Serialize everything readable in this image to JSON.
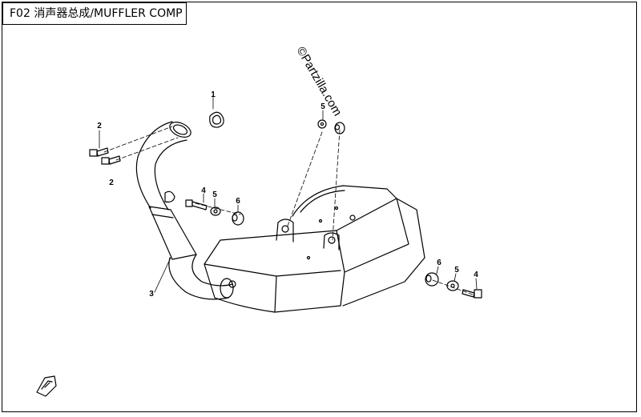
{
  "header": {
    "title": "F02 消声器总成/MUFFLER COMP"
  },
  "watermark": "©Partzilla.com",
  "callouts": [
    "1",
    "2",
    "2",
    "3",
    "4",
    "5",
    "6",
    "5",
    "6",
    "5",
    "4"
  ],
  "colors": {
    "line": "#000000",
    "background": "#ffffff"
  }
}
